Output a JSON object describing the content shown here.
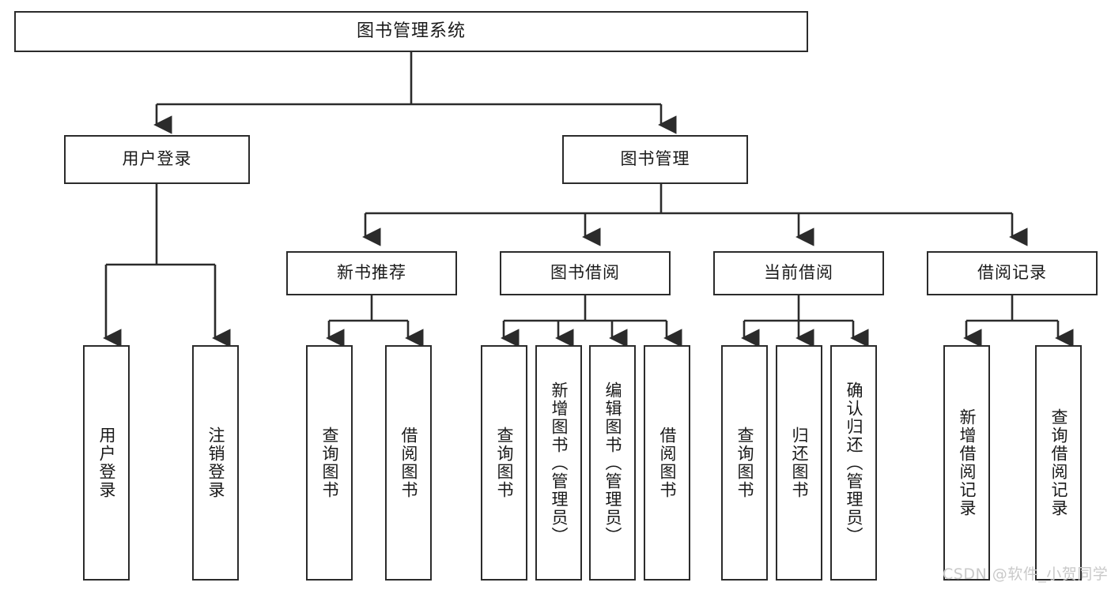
{
  "diagram": {
    "type": "tree",
    "title": "图书管理系统",
    "orientation": "top-down",
    "colors": {
      "box_border": "#2b2b2b",
      "box_fill": "#ffffff",
      "edge": "#2b2b2b",
      "text": "#1a1a1a",
      "watermark": "#c9c9c9"
    },
    "watermark": "CSDN @软件_小贺同学",
    "nodes": {
      "root": {
        "label": "图书管理系统",
        "level": 0
      },
      "l1": [
        {
          "id": "user-login",
          "label": "用户登录"
        },
        {
          "id": "book-manage",
          "label": "图书管理"
        }
      ],
      "l2": [
        {
          "id": "new-book-rec",
          "label": "新书推荐",
          "parent": "book-manage"
        },
        {
          "id": "book-borrow",
          "label": "图书借阅",
          "parent": "book-manage"
        },
        {
          "id": "current-borrow",
          "label": "当前借阅",
          "parent": "book-manage"
        },
        {
          "id": "borrow-record",
          "label": "借阅记录",
          "parent": "book-manage"
        }
      ],
      "leaves": [
        {
          "id": "leaf-user-login",
          "label": "用户登录",
          "parent": "user-login"
        },
        {
          "id": "leaf-logout",
          "label": "注销登录",
          "parent": "user-login"
        },
        {
          "id": "leaf-query-book-1",
          "label": "查询图书",
          "parent": "new-book-rec"
        },
        {
          "id": "leaf-borrow-book-1",
          "label": "借阅图书",
          "parent": "new-book-rec"
        },
        {
          "id": "leaf-query-book-2",
          "label": "查询图书",
          "parent": "book-borrow"
        },
        {
          "id": "leaf-add-book",
          "label": "新增图书（管理员）",
          "parent": "book-borrow"
        },
        {
          "id": "leaf-edit-book",
          "label": "编辑图书（管理员）",
          "parent": "book-borrow"
        },
        {
          "id": "leaf-borrow-book-2",
          "label": "借阅图书",
          "parent": "book-borrow"
        },
        {
          "id": "leaf-query-book-3",
          "label": "查询图书",
          "parent": "current-borrow"
        },
        {
          "id": "leaf-return-book",
          "label": "归还图书",
          "parent": "current-borrow"
        },
        {
          "id": "leaf-confirm-return",
          "label": "确认归还（管理员）",
          "parent": "current-borrow"
        },
        {
          "id": "leaf-add-record",
          "label": "新增借阅记录",
          "parent": "borrow-record"
        },
        {
          "id": "leaf-query-record",
          "label": "查询借阅记录",
          "parent": "borrow-record"
        }
      ]
    }
  }
}
